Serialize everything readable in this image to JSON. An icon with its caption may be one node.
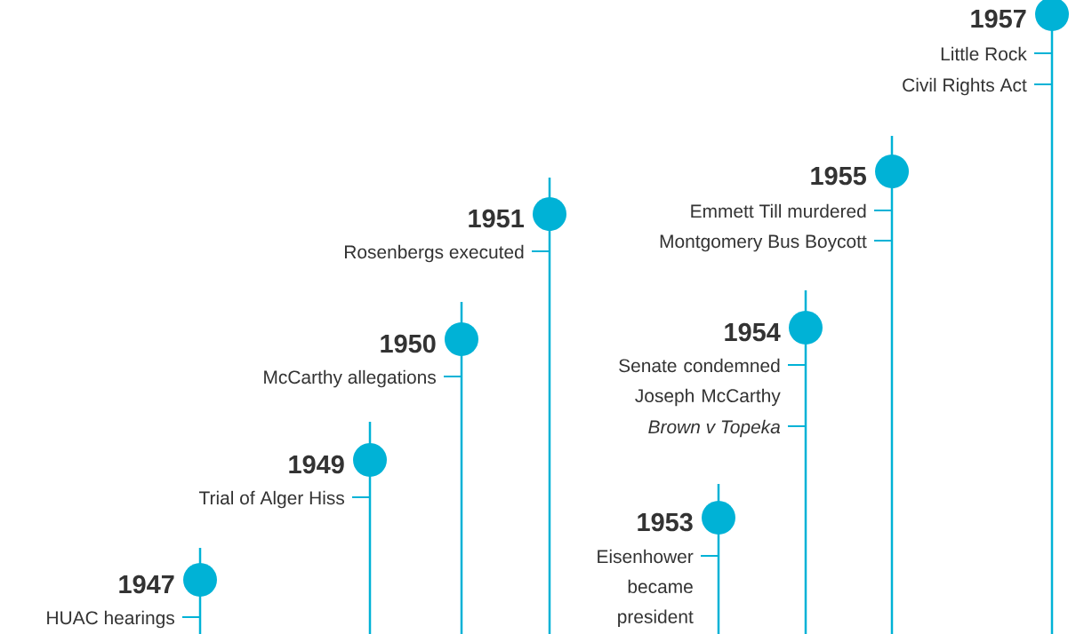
{
  "diagram": {
    "nodes": [
      {
        "text": [
          "1947",
          "HUAC hearings"
        ]
      },
      {
        "text": [
          "1949",
          "Trial of Alger Hiss"
        ]
      },
      {
        "text": [
          "1950",
          "McCarthy allegations"
        ]
      },
      {
        "text": [
          "1951",
          "Rosenbergs executed"
        ]
      },
      {
        "text": [
          "1953",
          "Eisenhower became president"
        ]
      },
      {
        "text": [
          "1954",
          "Senate condemned Joseph McCarthy",
          "*Brown v Topeka*"
        ]
      },
      {
        "text": [
          "1955",
          "Emmett Till murdered",
          "Montgomery Bus Boycott"
        ]
      },
      {
        "text": [
          "1957",
          "Little Rock",
          "Civil Rights Act"
        ]
      }
    ]
  }
}
